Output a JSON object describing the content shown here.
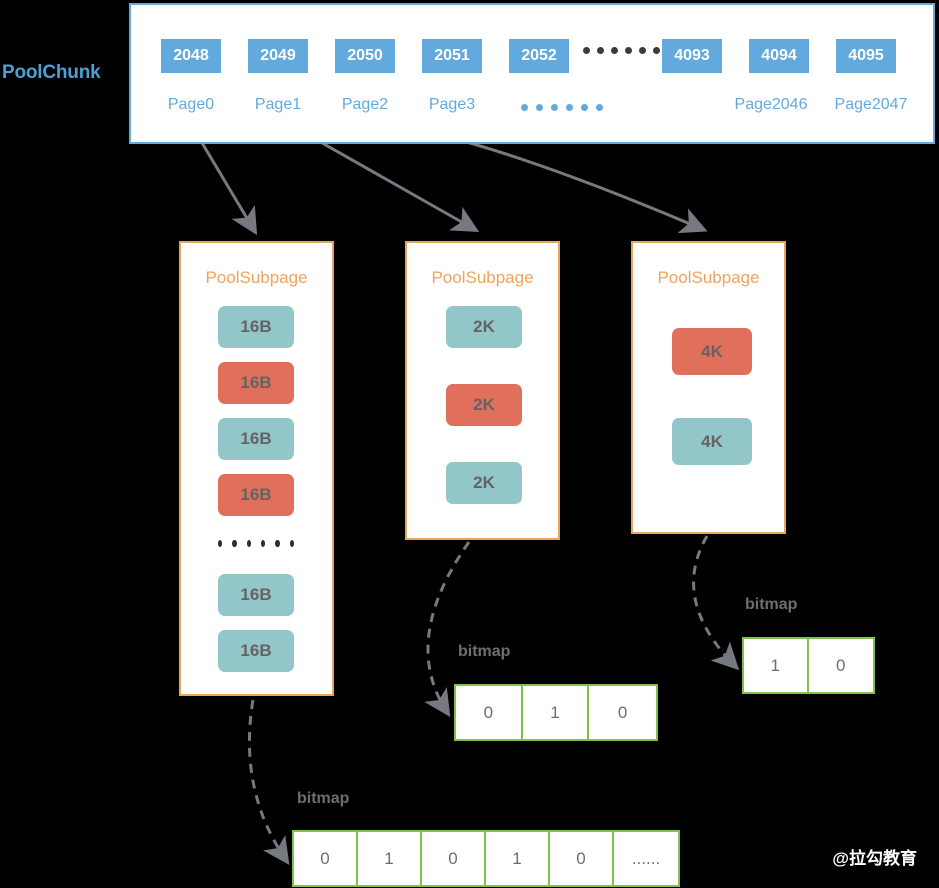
{
  "diagram": {
    "title": "Netty PoolChunk / PoolSubpage memory layout",
    "colors": {
      "background": "#000000",
      "chunk_blue": "#62aadd",
      "subpage_orange": "#e8a55c",
      "subpage_title_orange": "#f0a35e",
      "block_teal": "#93c6c9",
      "block_red": "#e0705c",
      "bitmap_green": "#7ec24a",
      "arrow_gray": "#76797f",
      "text_gray": "#6e6e6e"
    }
  },
  "poolchunk": {
    "label": "PoolChunk",
    "cells": [
      {
        "id": "2048",
        "page": "Page0"
      },
      {
        "id": "2049",
        "page": "Page1"
      },
      {
        "id": "2050",
        "page": "Page2"
      },
      {
        "id": "2051",
        "page": "Page3"
      },
      {
        "id": "2052",
        "page": ""
      },
      {
        "id": "4093",
        "page": ""
      },
      {
        "id": "4094",
        "page": "Page2046"
      },
      {
        "id": "4095",
        "page": "Page2047"
      }
    ],
    "ellipsis_cells": "......",
    "ellipsis_pages": "......"
  },
  "subpages": [
    {
      "title": "PoolSubpage",
      "blocks": [
        {
          "label": "16B",
          "state": "free"
        },
        {
          "label": "16B",
          "state": "used"
        },
        {
          "label": "16B",
          "state": "free"
        },
        {
          "label": "16B",
          "state": "used"
        },
        {
          "label": "......",
          "state": "ellipsis"
        },
        {
          "label": "16B",
          "state": "free"
        },
        {
          "label": "16B",
          "state": "free"
        }
      ]
    },
    {
      "title": "PoolSubpage",
      "blocks": [
        {
          "label": "2K",
          "state": "free"
        },
        {
          "label": "2K",
          "state": "used"
        },
        {
          "label": "2K",
          "state": "free"
        }
      ]
    },
    {
      "title": "PoolSubpage",
      "blocks": [
        {
          "label": "4K",
          "state": "used"
        },
        {
          "label": "4K",
          "state": "free"
        }
      ]
    }
  ],
  "bitmaps": [
    {
      "label": "bitmap",
      "values": [
        "0",
        "1",
        "0",
        "1",
        "0",
        "......"
      ]
    },
    {
      "label": "bitmap",
      "values": [
        "0",
        "1",
        "0"
      ]
    },
    {
      "label": "bitmap",
      "values": [
        "1",
        "0"
      ]
    }
  ],
  "watermark": "@拉勾教育"
}
